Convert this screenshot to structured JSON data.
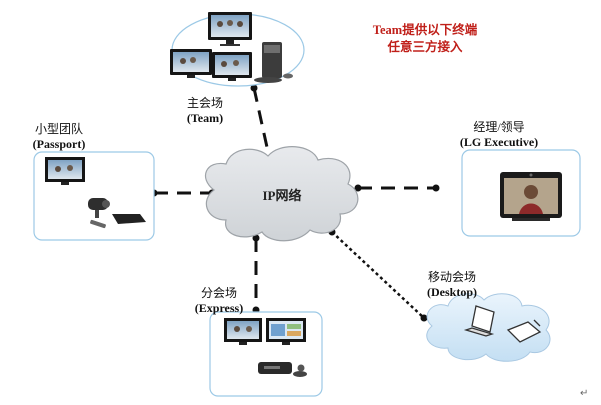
{
  "note": {
    "line1": "Team提供以下终端",
    "line2": "任意三方接入"
  },
  "center": {
    "label": "IP网络"
  },
  "nodes": {
    "team": {
      "name": "主会场",
      "sub": "(Team)"
    },
    "passport": {
      "name": "小型团队",
      "sub": "(Passport)"
    },
    "executive": {
      "name": "经理/领导",
      "sub": "(LG Executive)"
    },
    "express": {
      "name": "分会场",
      "sub": "(Express)"
    },
    "desktop": {
      "name": "移动会场",
      "sub": "(Desktop)"
    }
  },
  "mark": "↵",
  "colors": {
    "frame": "#9cc9e6",
    "cloud_fill": "#dcdfe3",
    "cloud_stroke": "#9ea3a8",
    "desk_cloud": "#d7e9f8",
    "accent": "#c0201a"
  }
}
